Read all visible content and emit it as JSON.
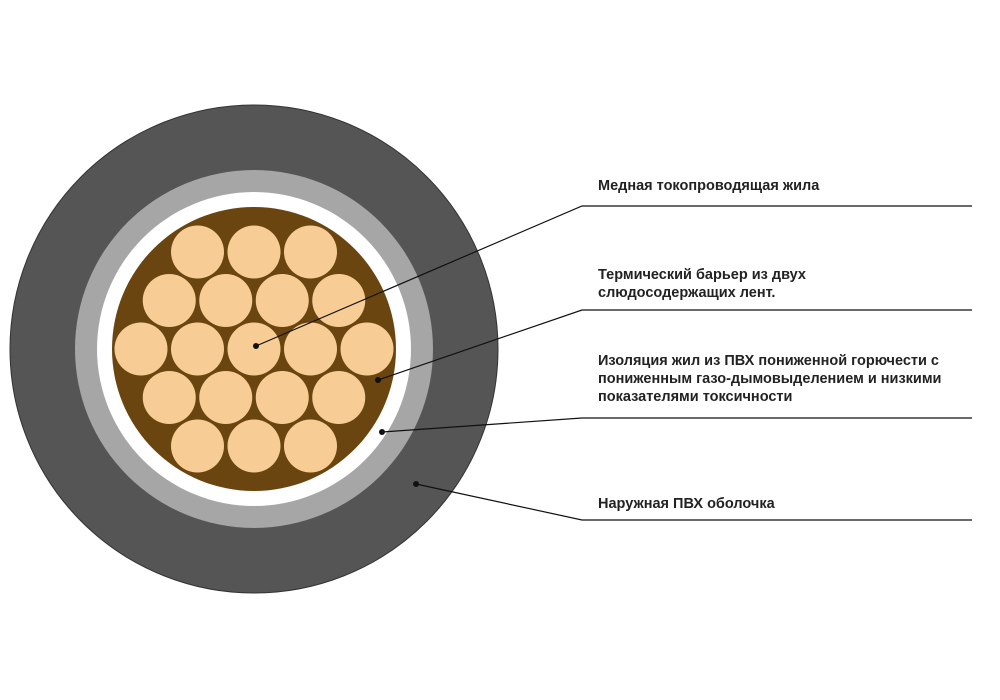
{
  "colors": {
    "outer_sheath": "#555555",
    "mica_barrier": "#a6a6a6",
    "insulation": "#ffffff",
    "filler": "#6b4510",
    "copper_wire": "#f8cc95",
    "leader_line": "#111111"
  },
  "wire_rows": [
    3,
    4,
    5,
    4,
    3
  ],
  "labels": [
    {
      "id": "copper",
      "icon": "copper-core",
      "lines": [
        "Медная токопроводящая жила"
      ]
    },
    {
      "id": "barrier",
      "icon": "mica-barrier",
      "lines": [
        "Термический барьер из двух",
        "слюдосодержащих лент."
      ]
    },
    {
      "id": "insulation",
      "icon": "pvc-insulation",
      "lines": [
        "Изоляция жил из ПВХ пониженной горючести с",
        "пониженным газо-дымовыделением и низкими",
        "показателями токсичности"
      ]
    },
    {
      "id": "sheath",
      "icon": "outer-sheath",
      "lines": [
        "Наружная ПВХ оболочка"
      ]
    }
  ]
}
